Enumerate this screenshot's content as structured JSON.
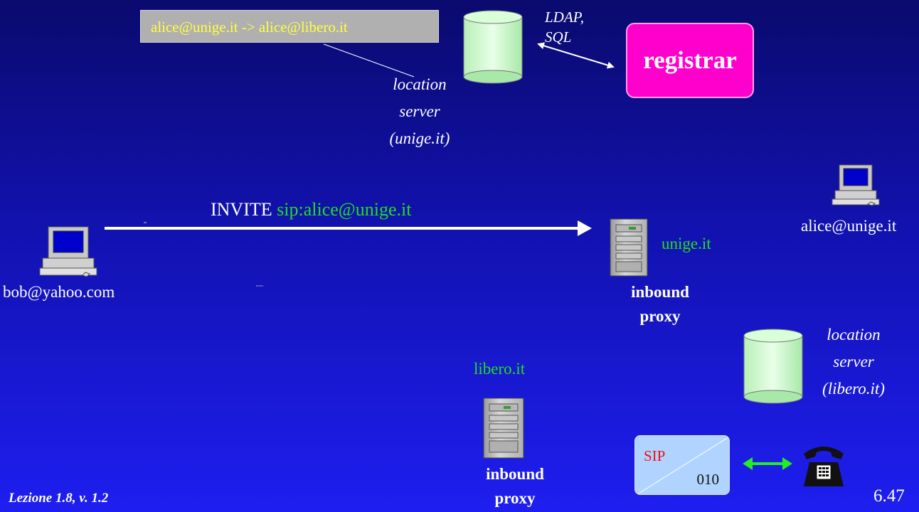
{
  "location_mapping": "alice@unige.it -> alice@libero.it",
  "protocol_label": "LDAP,\nSQL",
  "registrar_label": "registrar",
  "location_server_unige": {
    "line1": "location",
    "line2": "server",
    "line3": "(unige.it)"
  },
  "location_server_libero": {
    "line1": "location",
    "line2": "server",
    "line3": "(libero.it)"
  },
  "invite": {
    "method": "INVITE",
    "uri": "sip:alice@unige.it"
  },
  "caller_label": "bob@yahoo.com",
  "callee_label": "alice@unige.it",
  "proxy_unige": {
    "domain": "unige.it",
    "line1": "inbound",
    "line2": "proxy"
  },
  "proxy_libero": {
    "domain": "libero.it",
    "line1": "inbound",
    "line2": "proxy"
  },
  "gateway": {
    "sip_label": "SIP",
    "number": "010"
  },
  "footer": {
    "lecture": "Lezione 1.8, v. 1.2",
    "slide_number": "6.47"
  },
  "colors": {
    "background_top": "#0a0a6e",
    "background_bottom": "#1e1ef0",
    "registrar": "#ff00cc",
    "domain_text": "#22dd22",
    "mapping_text": "#ffff44",
    "gateway_arrow": "#22ee22"
  }
}
